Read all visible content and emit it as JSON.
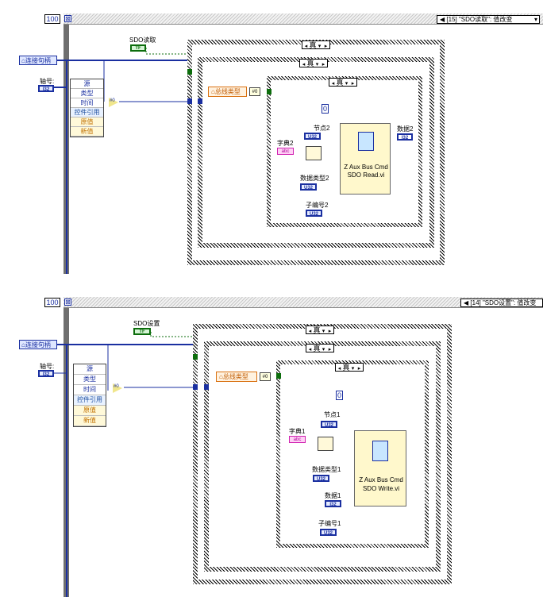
{
  "panels": [
    {
      "loop_count": "100",
      "event_case_label": "[15] \"SDO读取\": 值改变",
      "bool_label": "SDO读取",
      "bool_value": "TF",
      "handle_label": "连接句柄",
      "axis_label": "轴号:",
      "axis_type": "I32",
      "event_data_items": [
        "源",
        "类型",
        "时间",
        "控件引用",
        "原值",
        "新值"
      ],
      "case_true": "真",
      "bus_type_label": "总线类型",
      "const_zero": "0",
      "node_label": "节点2",
      "dict_label": "字典2",
      "datatype_label": "数据类型2",
      "subindex_label": "子编号2",
      "data_out_label": "数据2",
      "data_out_type": "I32",
      "u32": "U32",
      "string_type": "abc",
      "subvi_name": "Z Aux Bus Cmd SDO Read.vi"
    },
    {
      "loop_count": "100",
      "event_case_label": "[14] \"SDO设置\": 值改变",
      "bool_label": "SDO设置",
      "bool_value": "TF",
      "handle_label": "连接句柄",
      "axis_label": "轴号:",
      "axis_type": "I32",
      "event_data_items": [
        "源",
        "类型",
        "时间",
        "控件引用",
        "原值",
        "新值"
      ],
      "case_true": "真",
      "bus_type_label": "总线类型",
      "const_zero": "0",
      "node_label": "节点1",
      "dict_label": "字典1",
      "datatype_label": "数据类型1",
      "data_label": "数据1",
      "data_type": "I32",
      "subindex_label": "子编号1",
      "u32": "U32",
      "string_type": "abc",
      "subvi_name": "Z Aux Bus Cmd SDO Write.vi"
    }
  ],
  "icons": {
    "selector_left": "triangle-left-icon",
    "selector_right": "triangle-right-icon",
    "dropdown": "chevron-down-icon"
  },
  "colors": {
    "integer_wire": "#1a2fa0",
    "boolean_wire": "#0c6d0c",
    "string_wire": "#d01fb0",
    "enum_wire": "#d9700f",
    "subvi_bg": "#fff8cc"
  }
}
